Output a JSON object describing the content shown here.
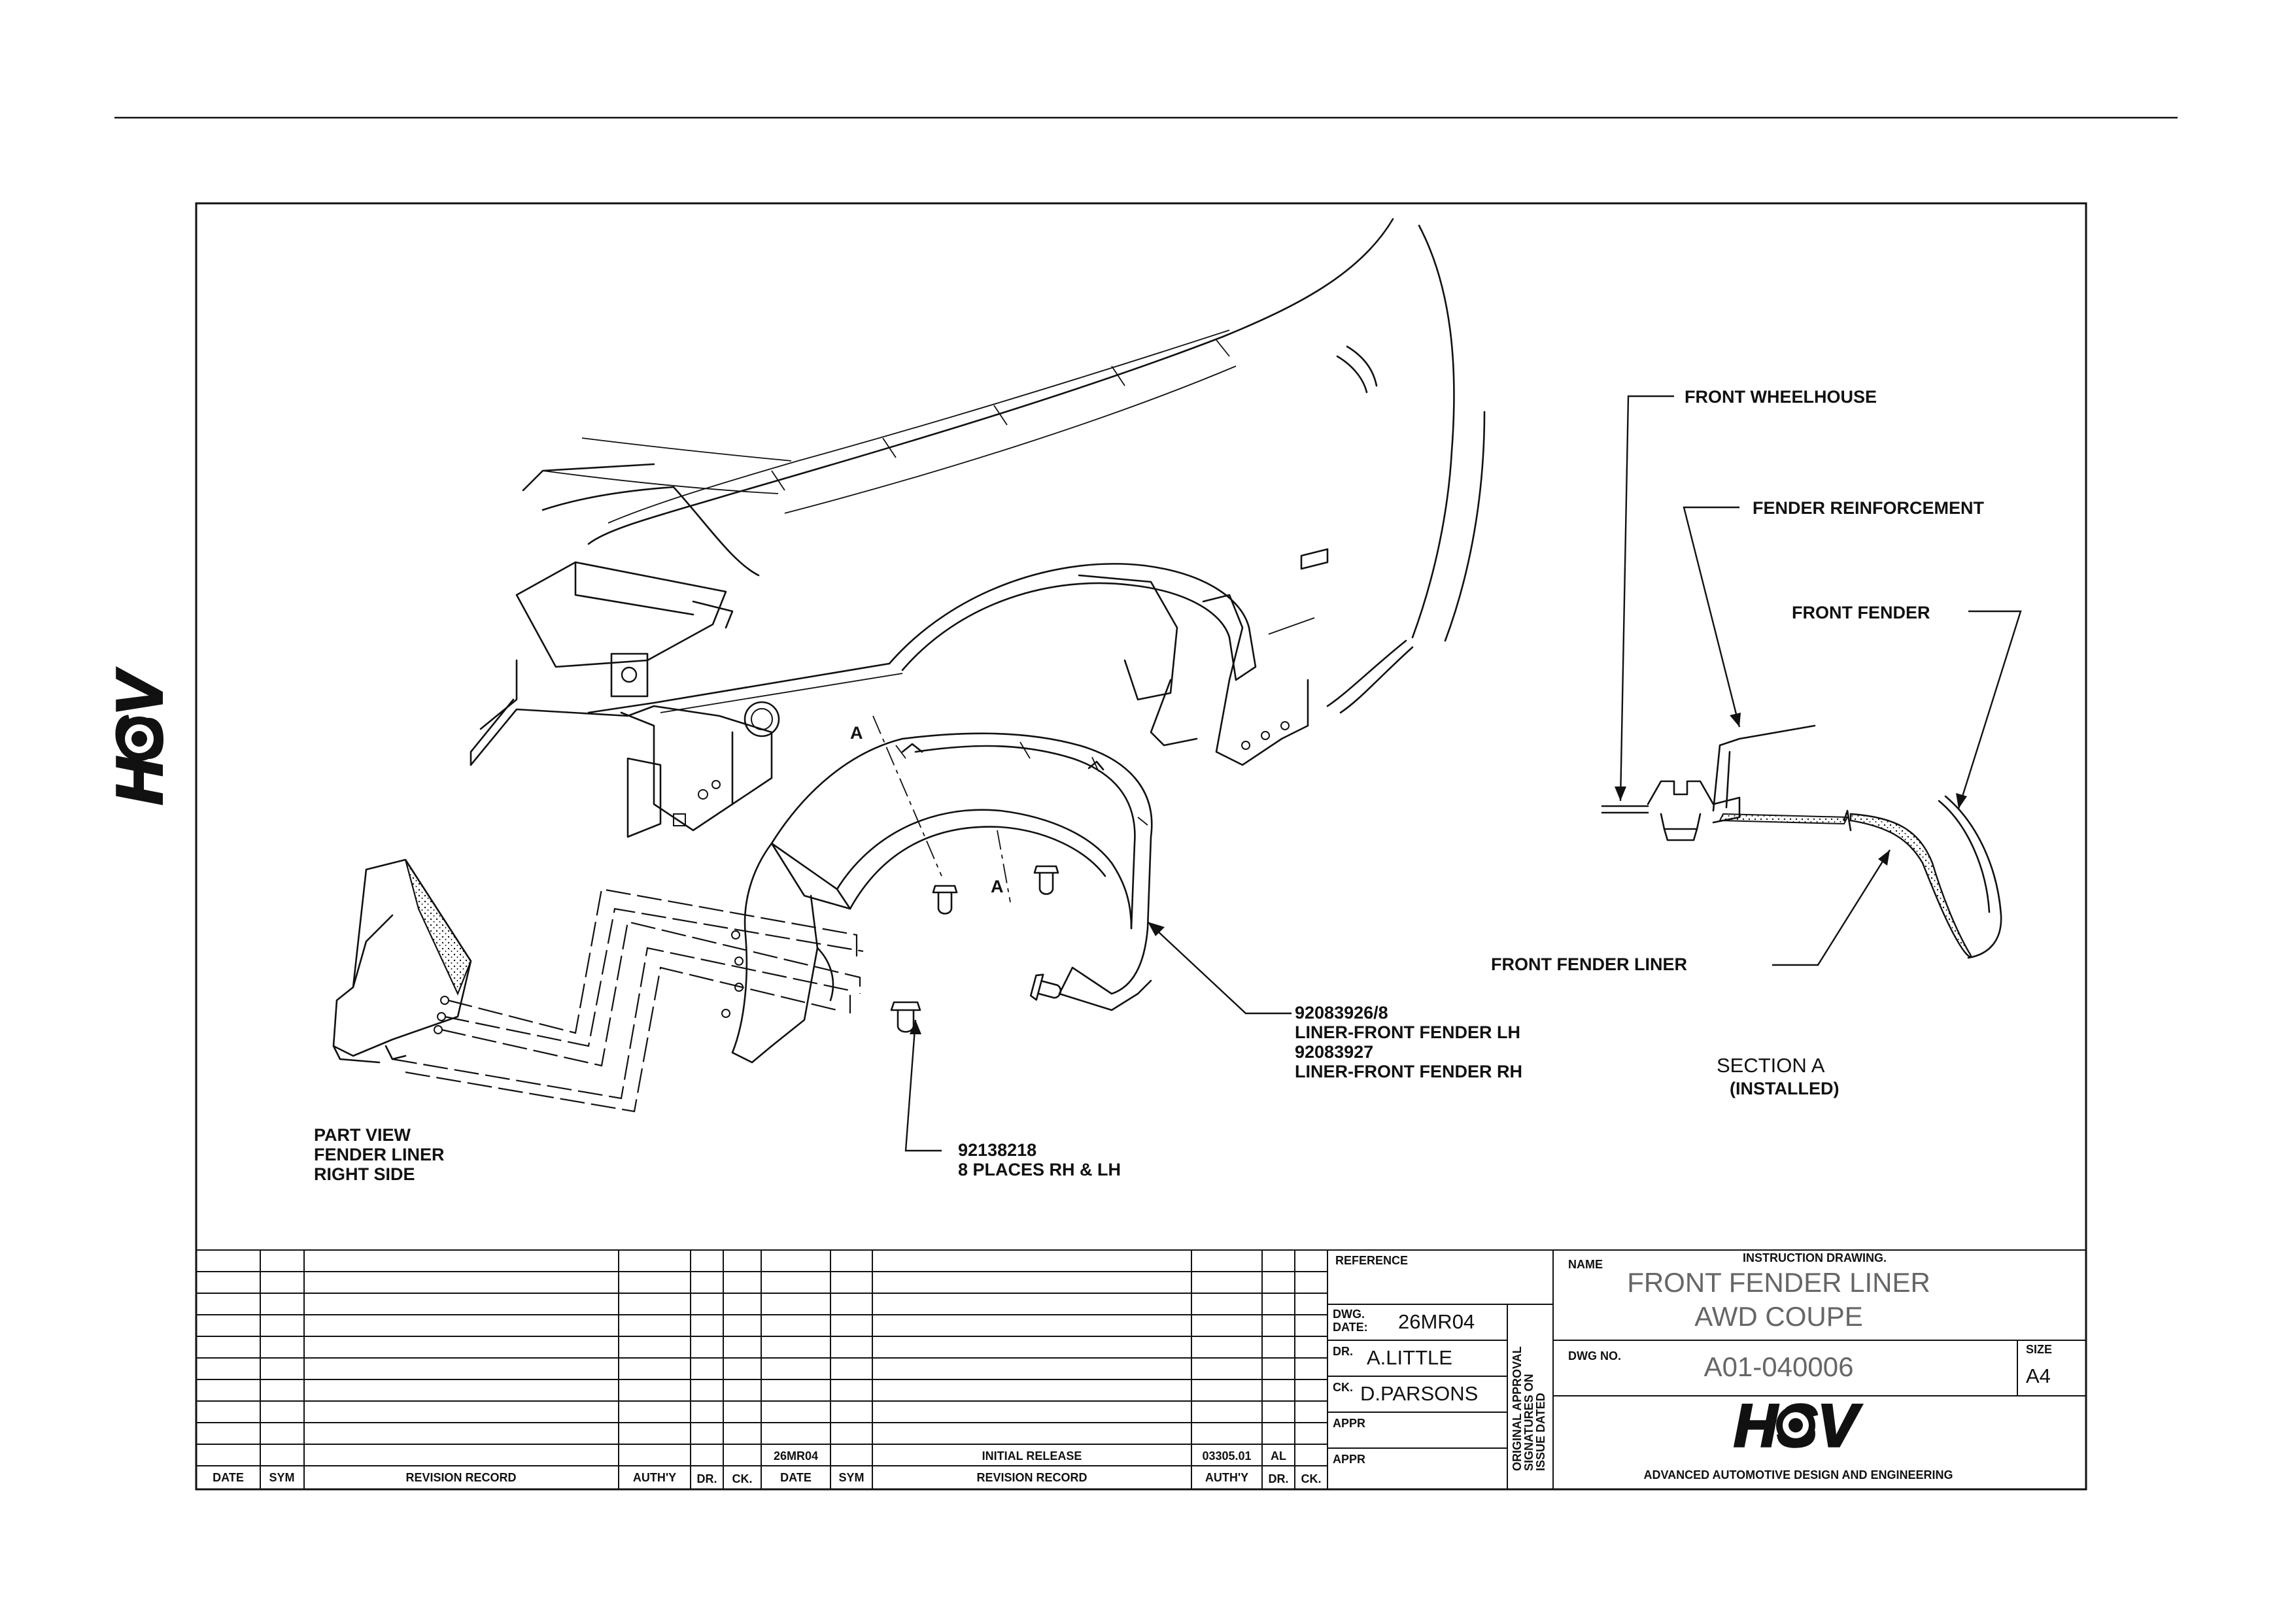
{
  "drawing": {
    "callouts": {
      "section_marker": "A",
      "liner_part": [
        "92083926/8",
        "LINER-FRONT FENDER LH",
        "92083927",
        "LINER-FRONT FENDER RH"
      ],
      "clip_part": [
        "92138218",
        "8 PLACES RH & LH"
      ],
      "part_view": [
        "PART VIEW",
        "FENDER LINER",
        "RIGHT SIDE"
      ]
    },
    "section": {
      "front_wheelhouse": "FRONT WHEELHOUSE",
      "fender_reinforcement": "FENDER REINFORCEMENT",
      "front_fender": "FRONT FENDER",
      "front_fender_liner": "FRONT FENDER LINER",
      "title": "SECTION A",
      "subtitle": "(INSTALLED)"
    }
  },
  "side_logo": "HSV",
  "title_block": {
    "revision_headers": [
      "DATE",
      "SYM",
      "REVISION RECORD",
      "AUTH'Y",
      "DR.",
      "CK.",
      "DATE",
      "SYM",
      "REVISION RECORD",
      "AUTH'Y",
      "DR.",
      "CK."
    ],
    "revision_entry": {
      "date": "26MR04",
      "record": "INITIAL RELEASE",
      "authy": "03305.01",
      "dr": "AL"
    },
    "reference_label": "REFERENCE",
    "dwg_date_label": [
      "DWG.",
      "DATE:"
    ],
    "dwg_date": "26MR04",
    "dr_label": "DR.",
    "drawn_by": "A.LITTLE",
    "ck_label": "CK.",
    "checked_by": "D.PARSONS",
    "appr_label": "APPR",
    "approval_note": [
      "ORIGINAL APPROVAL",
      "SIGNATURES ON",
      "ISSUE DATED"
    ],
    "name_label": "NAME",
    "drawing_type": "INSTRUCTION DRAWING.",
    "title_lines": [
      "FRONT FENDER LINER",
      "AWD COUPE"
    ],
    "dwg_no_label": "DWG NO.",
    "dwg_no": "A01-040006",
    "size_label": "SIZE",
    "size": "A4",
    "logo": "HSV",
    "company": "ADVANCED AUTOMOTIVE DESIGN AND ENGINEERING"
  }
}
